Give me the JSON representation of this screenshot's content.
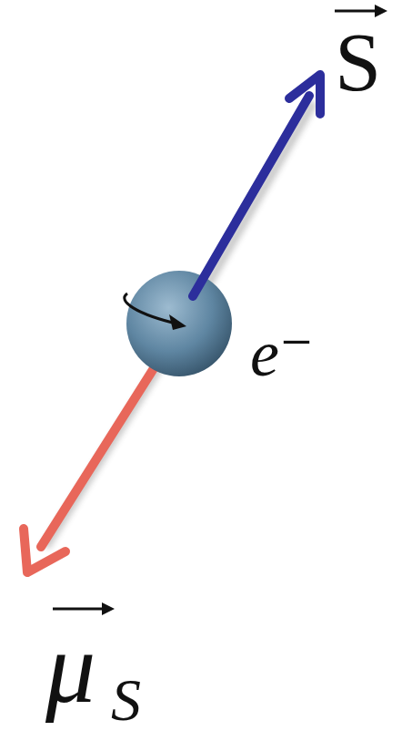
{
  "diagram": {
    "labels": [
      "S",
      "e⁻",
      "μ",
      "S"
    ]
  }
}
